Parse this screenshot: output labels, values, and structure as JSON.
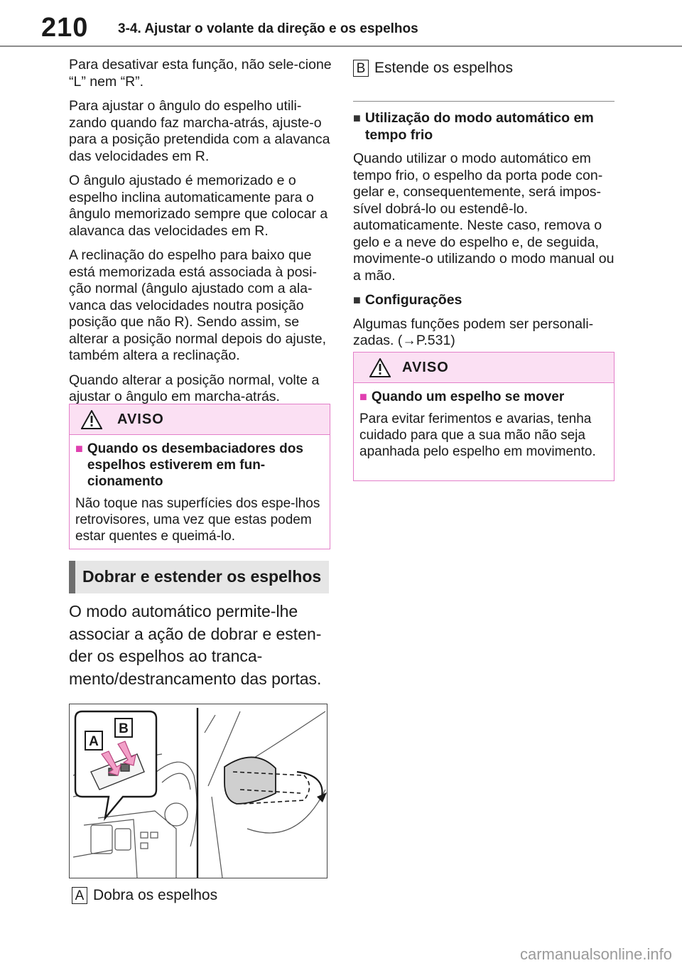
{
  "header": {
    "page_number": "210",
    "chapter": "3-4. Ajustar o volante da direção e os espelhos"
  },
  "left_column": {
    "paragraphs": [
      "Para desativar esta função, não sele-cione “L” nem “R”.",
      "Para ajustar o ângulo do espelho utili-zando quando faz marcha-atrás, ajuste-o para a posição pretendida com a alavanca das velocidades em R.",
      "O ângulo ajustado é memorizado e o espelho inclina automaticamente para o ângulo memorizado sempre que colocar a alavanca das velocidades em R.",
      "A reclinação do espelho para baixo que está memorizada está associada à posi-ção normal (ângulo ajustado com a ala-vanca das velocidades noutra posição posição que não R). Sendo assim, se alterar a posição normal depois do ajuste, também altera a reclinação.",
      "Quando alterar a posição normal, volte a ajustar o ângulo em marcha-atrás."
    ]
  },
  "warning1": {
    "title": "AVISO",
    "subheading": "Quando os desembaciadores dos espelhos estiverem em fun-cionamento",
    "text": "Não toque nas superfícies dos espe-lhos retrovisores, uma vez que estas podem estar quentes e queimá-lo."
  },
  "section": {
    "title": "Dobrar e estender os espelhos",
    "intro": "O modo automático permite-lhe associar a ação de dobrar e esten-der os espelhos ao tranca-mento/destrancamento das portas."
  },
  "figure": {
    "label_a": "A",
    "label_b": "B"
  },
  "legend": {
    "a_letter": "A",
    "a_text": "Dobra os espelhos",
    "b_letter": "B",
    "b_text": "Estende os espelhos"
  },
  "right_column": {
    "cold_heading": "Utilização do modo automático em tempo frio",
    "cold_text": "Quando utilizar o modo automático em tempo frio, o espelho da porta pode con-gelar e, consequentemente, será impos-sível dobrá-lo ou estendê-lo. automaticamente. Neste caso, remova o gelo e a neve do espelho e, de seguida, movimente-o utilizando o modo manual ou a mão.",
    "config_heading": "Configurações",
    "config_text": "Algumas funções podem ser personali-zadas. (→P.531)"
  },
  "warning2": {
    "title": "AVISO",
    "subheading": "Quando um espelho se mover",
    "text": "Para evitar ferimentos e avarias, tenha cuidado para que a sua mão não seja apanhada pelo espelho em movimento."
  },
  "watermark": "carmanualsonline.info",
  "colors": {
    "warning_border": "#e37fc9",
    "warning_fill": "#fbe0f3",
    "bullet_pink": "#e03fb0",
    "arrow_pink": "#f2a0c8"
  },
  "icons": [
    "warning-triangle-icon",
    "square-bullet-icon"
  ]
}
